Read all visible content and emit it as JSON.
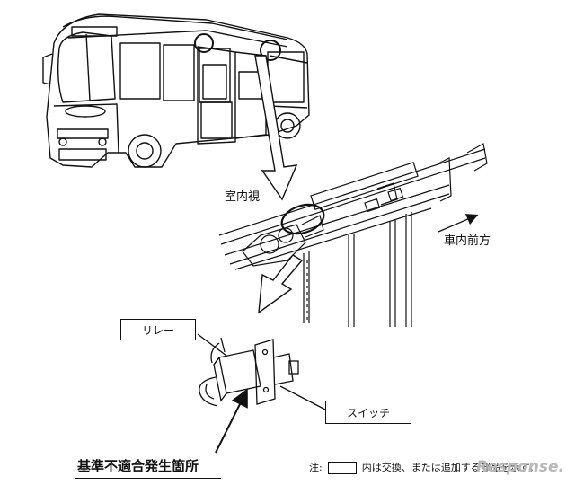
{
  "labels": {
    "interior_view": "室内視",
    "vehicle_forward": "車内前方",
    "relay": "リレー",
    "switch": "スイッチ",
    "defect_location": "基準不適合発生箇所",
    "note_prefix": "注:",
    "note_text": "内は交換、または追加する部品を示す。"
  },
  "watermark": "Response.",
  "colors": {
    "line": "#111111",
    "background": "#ffffff",
    "watermark": "#b8b8b8"
  },
  "icons": [
    "bus-drawing",
    "door-mechanism-drawing",
    "relay-switch-drawing",
    "highlight-circle",
    "pointer-arrow"
  ]
}
